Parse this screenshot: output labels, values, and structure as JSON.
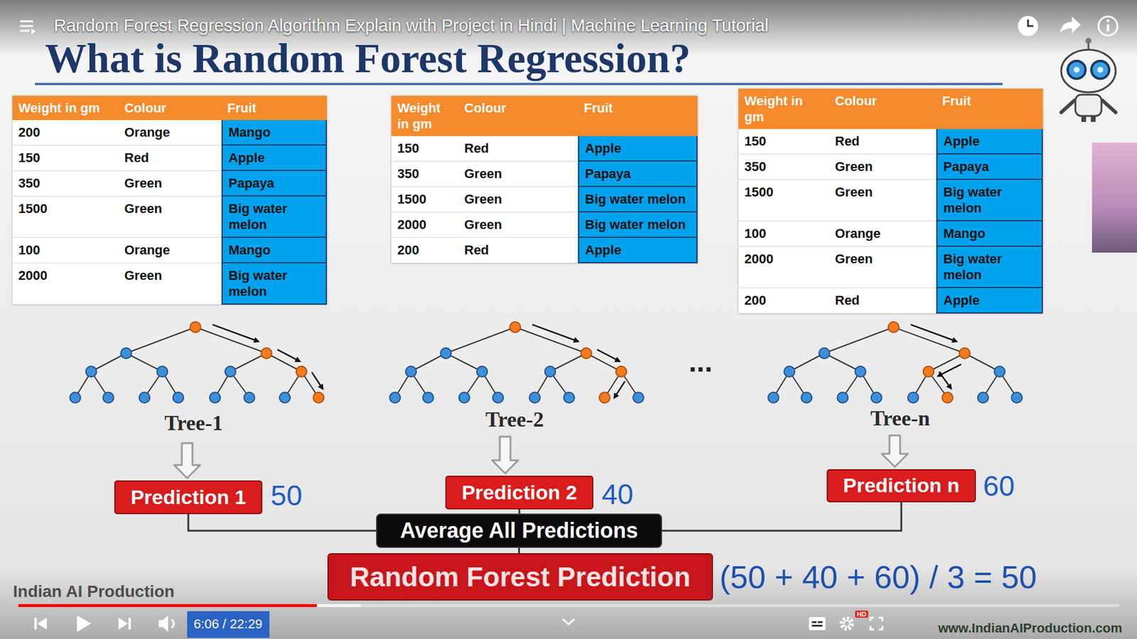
{
  "diagram": {
    "title": "What is Random Forest Regression?",
    "nodes": [
      {
        "text": [
          "Prediction 1"
        ]
      },
      {
        "text": [
          "Prediction 2"
        ]
      },
      {
        "text": [
          "Prediction n"
        ]
      },
      {
        "text": [
          "Average All Predictions"
        ]
      },
      {
        "text": [
          "Random Forest Prediction"
        ]
      }
    ],
    "edges": [
      {
        "from": 0,
        "to": 3,
        "arrow": "none"
      },
      {
        "from": 1,
        "to": 3,
        "arrow": "none"
      },
      {
        "from": 2,
        "to": 3,
        "arrow": "none"
      },
      {
        "from": 3,
        "to": 4,
        "arrow": "none"
      }
    ],
    "labels": [
      "Weight in gm",
      "Colour",
      "Fruit",
      "200",
      "Orange",
      "Mango",
      "150",
      "Red",
      "Apple",
      "350",
      "Green",
      "Papaya",
      "1500",
      "Green",
      "Big water melon",
      "100",
      "Orange",
      "Mango",
      "2000",
      "Green",
      "Big water melon",
      "Weight in gm",
      "Colour",
      "Fruit",
      "150",
      "Red",
      "Apple",
      "350",
      "Green",
      "Papaya",
      "1500",
      "Green",
      "Big water melon",
      "2000",
      "Green",
      "Big water melon",
      "200",
      "Red",
      "Apple",
      "Weight in gm",
      "Colour",
      "Fruit",
      "150",
      "Red",
      "Apple",
      "350",
      "Green",
      "Papaya",
      "1500",
      "Green",
      "Big water melon",
      "100",
      "Orange",
      "Mango",
      "2000",
      "Green",
      "Big water melon",
      "200",
      "Red",
      "Apple",
      "Tree-1",
      "Tree-2",
      "...",
      "Tree-n",
      "50",
      "40",
      "60",
      "(50 + 40 + 60) / 3 = 50",
      "Random Forest Regression Algorithm Explain with Project in Hindi | Machine Learning Tutorial",
      "6:06 / 22:29",
      "Indian AI Production",
      "www.IndianAIProduction.com",
      "HD"
    ]
  }
}
